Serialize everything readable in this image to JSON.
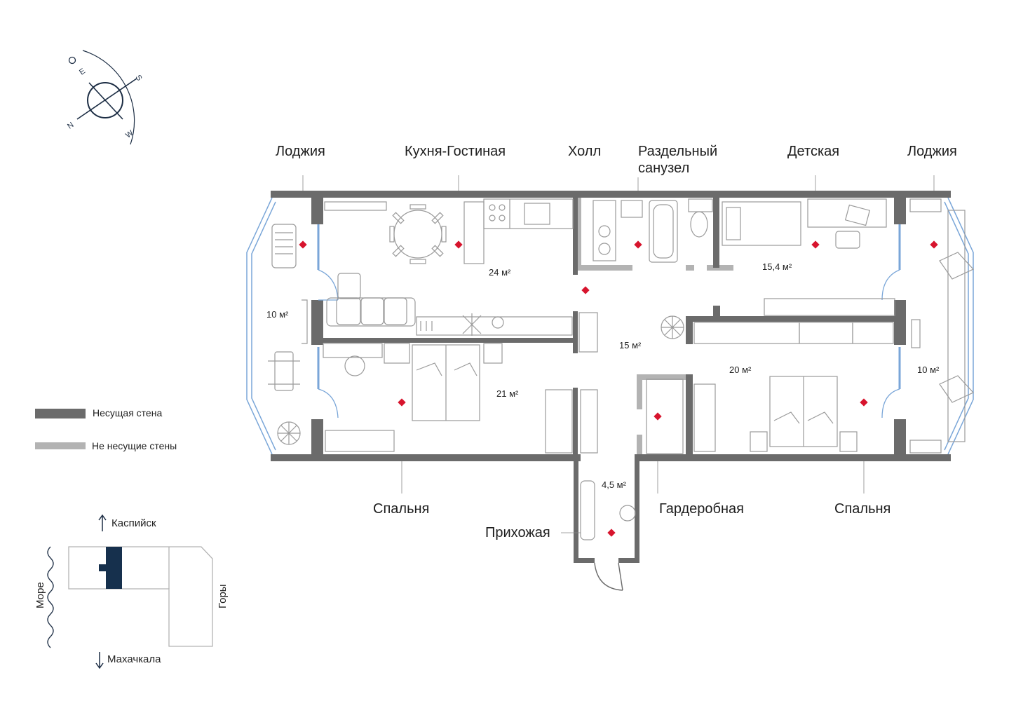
{
  "rooms": {
    "loggia_left": {
      "label": "Лоджия",
      "area": "10 м²"
    },
    "kitchen_living": {
      "label": "Кухня-Гостиная",
      "area": "24 м²"
    },
    "hall": {
      "label": "Холл",
      "area": "15 м²"
    },
    "bathroom": {
      "label": "Раздельный санузел",
      "label_line1": "Раздельный",
      "label_line2": "санузел"
    },
    "kids": {
      "label": "Детская",
      "area": "15,4 м²"
    },
    "loggia_right": {
      "label": "Лоджия",
      "area": "10 м²"
    },
    "bedroom_left": {
      "label": "Спальня",
      "area": "21 м²"
    },
    "entrance": {
      "label": "Прихожая",
      "area": "4,5 м²"
    },
    "wardrobe": {
      "label": "Гардеробная"
    },
    "bedroom_right": {
      "label": "Спальня",
      "area": "20 м²"
    }
  },
  "legend": {
    "load_bearing": {
      "label": "Несущая стена",
      "color": "#6b6b6b"
    },
    "non_load_bearing": {
      "label": "Не несущие стены",
      "color": "#b3b3b3"
    }
  },
  "site": {
    "north_label": "Каспийск",
    "south_label": "Махачкала",
    "west_label": "Море",
    "east_label": "Горы"
  },
  "compass": {
    "letters": [
      "N",
      "E",
      "S",
      "W"
    ],
    "color": "#1c2d44"
  },
  "colors": {
    "marker": "#d7142d",
    "glass": "#7aa6d8",
    "furniture": "#9a9a9a",
    "unit_highlight": "#16304d"
  }
}
